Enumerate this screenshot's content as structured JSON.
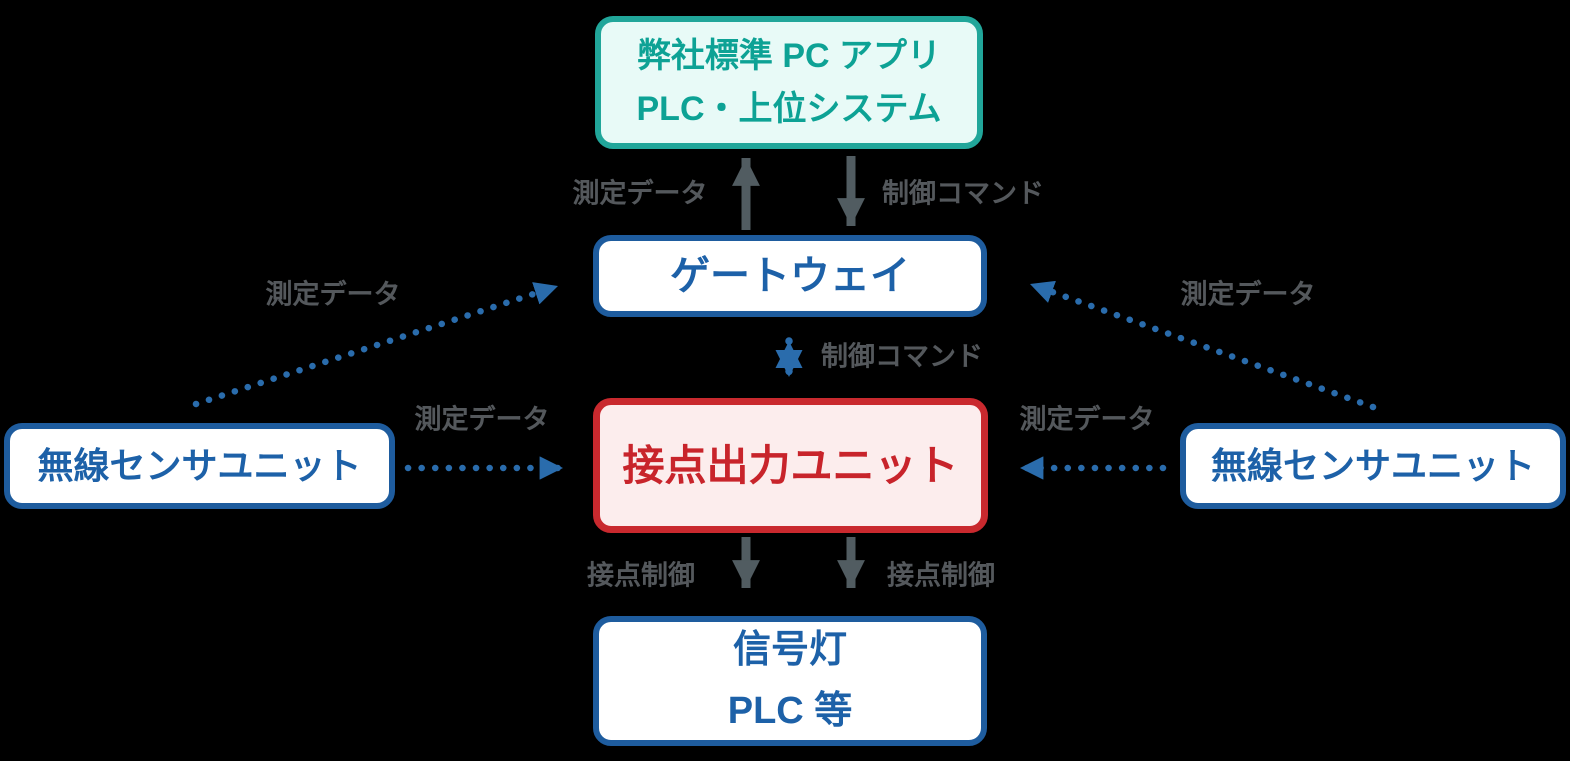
{
  "diagram": {
    "nodes": {
      "pc_app": {
        "line1": "弊社標準 PC アプリ",
        "line2": "PLC・上位システム"
      },
      "gateway": {
        "label": "ゲートウェイ"
      },
      "contact_output": {
        "label": "接点出力ユニット"
      },
      "signal": {
        "line1": "信号灯",
        "line2": "PLC 等"
      },
      "sensor_left": {
        "label": "無線センサユニット"
      },
      "sensor_right": {
        "label": "無線センサユニット"
      }
    },
    "edge_labels": {
      "measurement_top": "測定データ",
      "control_top": "制御コマンド",
      "control_mid": "制御コマンド",
      "measurement_diag_left": "測定データ",
      "measurement_diag_right": "測定データ",
      "measurement_h_left": "測定データ",
      "measurement_h_right": "測定データ",
      "contact_left": "接点制御",
      "contact_right": "接点制御"
    },
    "colors": {
      "teal": "#21A69A",
      "teal_bg": "#E8FAF7",
      "teal_text": "#0DA295",
      "blue": "#1E5C9E",
      "blue_text": "#1D61A8",
      "red": "#C9292E",
      "red_bg": "#FCEDED",
      "red_text": "#C8242B",
      "arrow_gray": "#515C61",
      "label_gray": "#54585C",
      "dot_blue": "#2A6CAC",
      "bg": "#000000"
    }
  }
}
